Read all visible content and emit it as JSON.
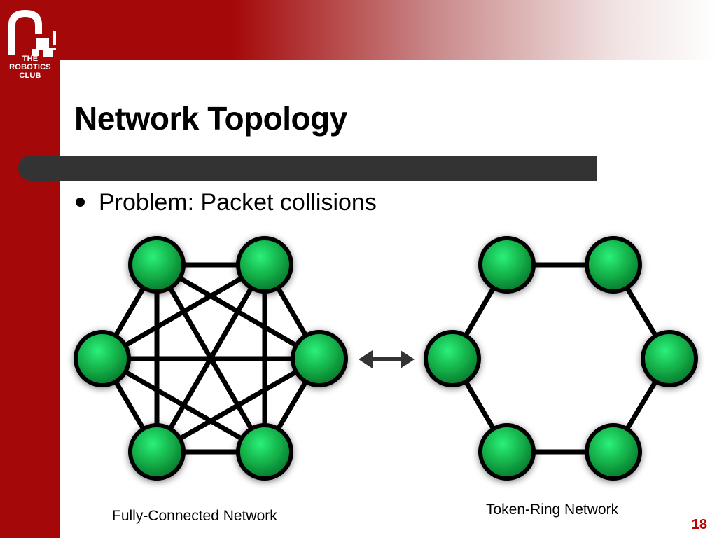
{
  "slide": {
    "title": "Network Topology",
    "bullet": "Problem: Packet collisions",
    "page_number": "18"
  },
  "logo": {
    "line1": "THE",
    "line2": "ROBOTICS",
    "line3": "CLUB"
  },
  "diagram": {
    "left_caption": "Fully-Connected Network",
    "right_caption": "Token-Ring Network",
    "node_color": "#1ea84a",
    "edge_color": "#000000",
    "arrow_color": "#333333"
  },
  "colors": {
    "brand_red": "#a50808",
    "title_bar": "#333333",
    "page_number": "#c00000"
  }
}
